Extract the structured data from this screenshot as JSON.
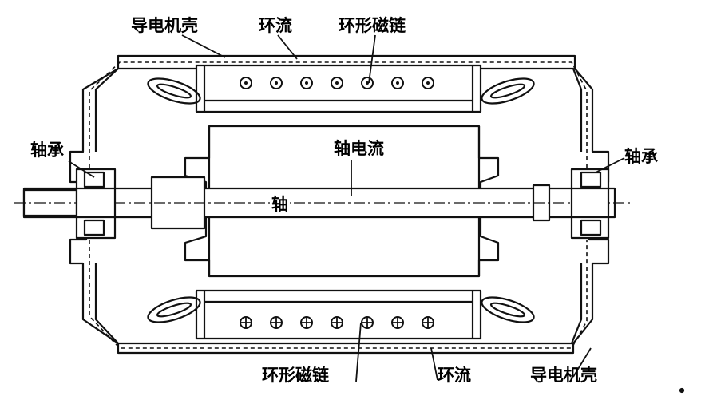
{
  "labels": {
    "housing_top": "导电机壳",
    "circulating_top": "环流",
    "ring_flux_top": "环形磁链",
    "bearing_left": "轴承",
    "shaft_current": "轴电流",
    "bearing_right": "轴承",
    "shaft": "轴",
    "ring_flux_bottom": "环形磁链",
    "circulating_bottom": "环流",
    "housing_bottom": "导电机壳"
  },
  "colors": {
    "line": "#111111",
    "background": "#ffffff"
  },
  "symbols": {
    "top_row": "circle-dot",
    "bottom_row": "circle-cross"
  }
}
